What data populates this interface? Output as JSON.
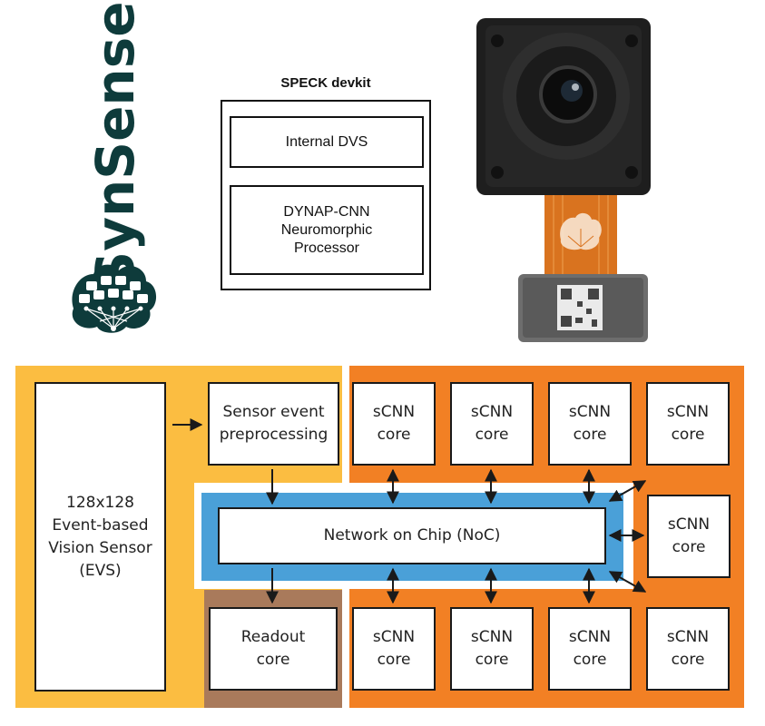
{
  "logo": {
    "brand": "SynSense",
    "color": "#0e3b3b"
  },
  "devkit": {
    "title": "SPECK devkit",
    "internal_dvs": "Internal DVS",
    "processor_lines": [
      "DYNAP-CNN",
      "Neuromorphic",
      "Processor"
    ]
  },
  "diagram": {
    "colors": {
      "yellow": "#fbbd41",
      "orange": "#f28024",
      "blue": "#4aa0d8",
      "brown": "#a97a5b",
      "border": "#1a1a1a"
    },
    "sensor_lines": [
      "128x128",
      "Event-based",
      "Vision Sensor",
      "(EVS)"
    ],
    "preprocessing_lines": [
      "Sensor event",
      "preprocessing"
    ],
    "noc": "Network on Chip (NoC)",
    "readout_lines": [
      "Readout",
      "core"
    ],
    "scnn_lines": [
      "sCNN",
      "core"
    ]
  }
}
